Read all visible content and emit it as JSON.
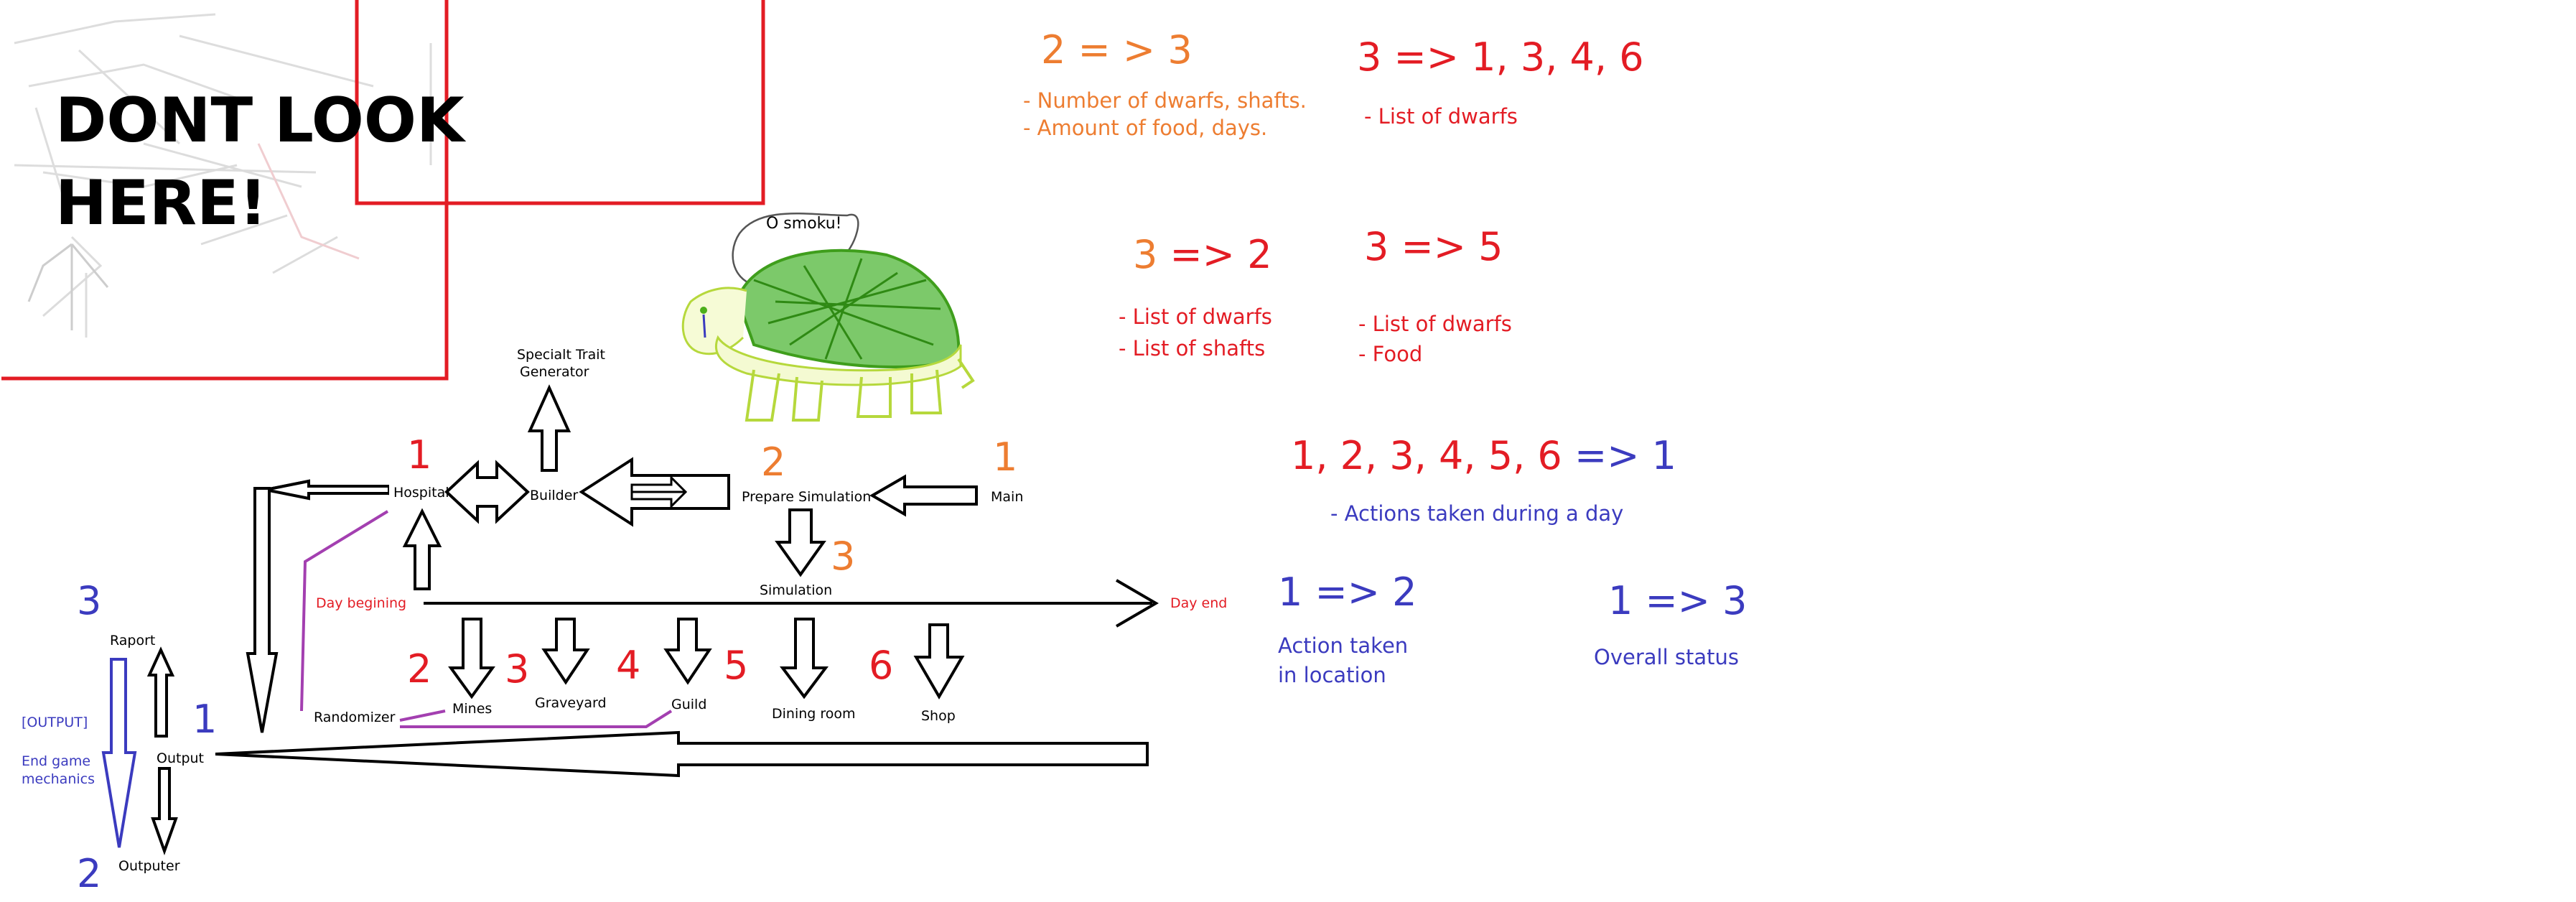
{
  "colors": {
    "red": "#e31c24",
    "orange": "#ed7d31",
    "blue": "#3b3bbf",
    "purple": "#a33fb0",
    "turtle_green": "#4caf1a",
    "turtle_light": "#c6e84b"
  },
  "warning": {
    "line1": "DONT LOOK",
    "line2": "HERE!"
  },
  "speech": "O smoku!",
  "nodes": {
    "trait_generator_1": "Specialt Trait",
    "trait_generator_2": "Generator",
    "hospital": "Hospital",
    "builder": "Builder",
    "prepare_simulation": "Prepare Simulation",
    "main": "Main",
    "simulation": "Simulation",
    "day_begin": "Day begining",
    "day_end": "Day end",
    "raport": "Raport",
    "randomizer": "Randomizer",
    "mines": "Mines",
    "graveyard": "Graveyard",
    "guild": "Guild",
    "dining_room": "Dining room",
    "shop": "Shop",
    "output": "Output",
    "outputer": "Outputer",
    "output_tag": "[OUTPUT]",
    "end_game_1": "End game",
    "end_game_2": "mechanics"
  },
  "numbers": {
    "hospital": "1",
    "prepare": "2",
    "main": "1",
    "simulation": "3",
    "mines": "2",
    "graveyard": "3",
    "guild": "4",
    "dining": "5",
    "shop": "6",
    "raport": "3",
    "output": "1",
    "outputer": "2"
  },
  "notes": {
    "n2to3": {
      "head": "2 = > 3",
      "items": [
        "- Number of dwarfs, shafts.",
        "- Amount of food, days."
      ]
    },
    "n3to1346": {
      "head": "3 => 1, 3, 4, 6",
      "items": [
        "- List of dwarfs"
      ]
    },
    "n3to2": {
      "head_a": "3 ",
      "head_b": "=> 2",
      "items": [
        "- List of dwarfs",
        "- List of shafts"
      ]
    },
    "n3to5": {
      "head": "3 => 5",
      "items": [
        "- List of dwarfs",
        "- Food"
      ]
    },
    "nAllto1": {
      "head_a": "1, 2, 3, 4, 5, 6 ",
      "head_b": "=> 1",
      "items": [
        "- Actions taken during a day"
      ]
    },
    "n1to2": {
      "head": "1 => 2",
      "items": [
        "Action taken",
        "in location"
      ]
    },
    "n1to3": {
      "head": "1 => 3",
      "items": [
        "Overall status"
      ]
    }
  }
}
